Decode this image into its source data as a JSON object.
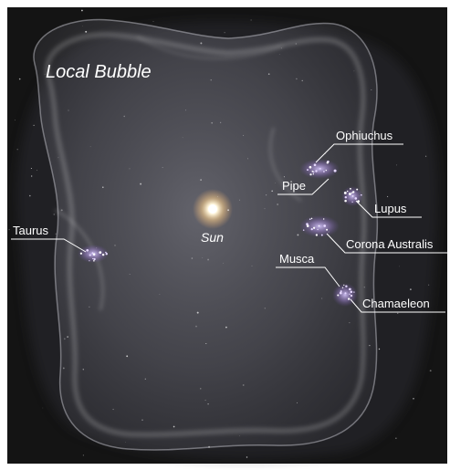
{
  "image": {
    "title": "Local Bubble",
    "sun_label": "Sun",
    "regions": [
      {
        "id": "taurus",
        "label": "Taurus"
      },
      {
        "id": "ophiuchus",
        "label": "Ophiuchus"
      },
      {
        "id": "pipe",
        "label": "Pipe"
      },
      {
        "id": "lupus",
        "label": "Lupus"
      },
      {
        "id": "corona-australis",
        "label": "Corona Australis"
      },
      {
        "id": "musca",
        "label": "Musca"
      },
      {
        "id": "chamaeleon",
        "label": "Chamaeleon"
      }
    ]
  },
  "colors": {
    "background": "#141414",
    "bubble_fill": "#6e6e78",
    "sun_core": "#fff6dc",
    "cluster_glow": "#9a80c8",
    "label_text": "#ffffff"
  }
}
